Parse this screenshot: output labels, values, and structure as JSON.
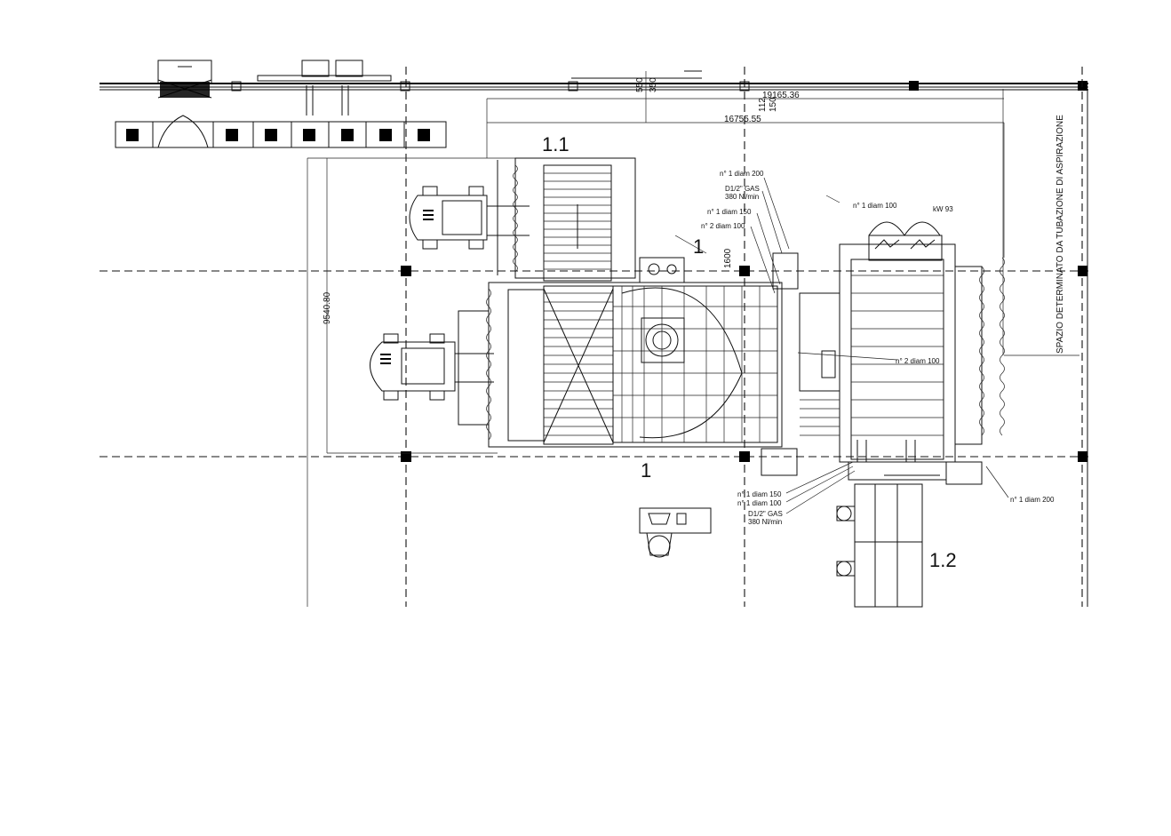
{
  "sections": {
    "s11": "1.1",
    "s1_top": "1",
    "s1_bottom": "1",
    "s12": "1.2"
  },
  "dimensions": {
    "d19165": "19165.36",
    "d16755": "16755.55",
    "d9540": "9540.80",
    "d550": "550",
    "d350": "350",
    "d112": "112",
    "d150": "150",
    "d1600": "1600"
  },
  "annotations": {
    "a1": "n° 1 diam 200",
    "a2": "D1/2\" GAS",
    "a3": "380 Nl/min",
    "a4": "n° 1 diam 150",
    "a5": "n° 2 diam 100",
    "a6": "n° 1 diam 100",
    "a7": "kW 93",
    "a8": "n° 2 diam 100",
    "a9": "n° 1 diam 150",
    "a10": "n° 1 diam 100",
    "a11": "D1/2\" GAS",
    "a12": "380 Nl/min",
    "a13": "n° 1 diam 200"
  },
  "side_note": "SPAZIO DETERMINATO DA TUBAZIONE DI ASPIRAZIONE",
  "colors": {
    "line": "#111111",
    "background": "#ffffff"
  }
}
